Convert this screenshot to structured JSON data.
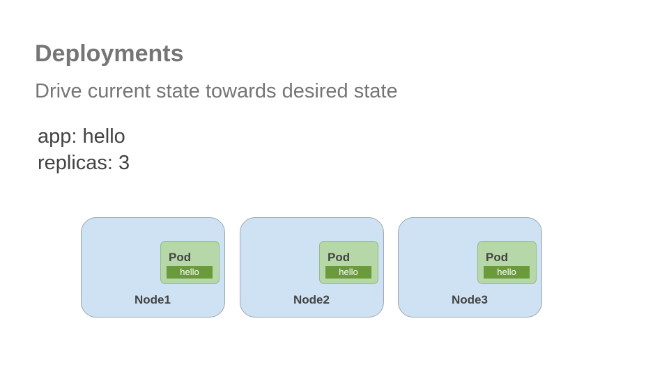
{
  "slide": {
    "title": "Deployments",
    "subtitle": "Drive current state towards desired state",
    "spec": {
      "app_line": "app: hello",
      "replicas_line": "replicas: 3"
    }
  },
  "nodes": [
    {
      "label": "Node1",
      "pod": {
        "label": "Pod",
        "tag": "hello"
      }
    },
    {
      "label": "Node2",
      "pod": {
        "label": "Pod",
        "tag": "hello"
      }
    },
    {
      "label": "Node3",
      "pod": {
        "label": "Pod",
        "tag": "hello"
      }
    }
  ],
  "colors": {
    "node_fill": "#cfe2f3",
    "pod_fill": "#b6d7a8",
    "tag_fill": "#6a9a3a",
    "title_text": "#757575",
    "body_text": "#434343"
  }
}
